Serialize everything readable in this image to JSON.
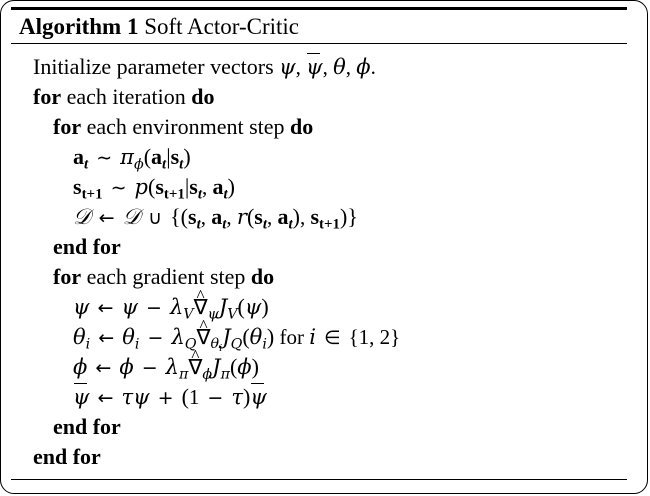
{
  "document": {
    "type": "algorithm-pseudocode-block",
    "title_keyword": "Algorithm 1",
    "title_name": "Soft Actor-Critic"
  },
  "lines": [
    {
      "id": "init",
      "indent": 0,
      "text_plain": "Initialize parameter vectors ψ, ψ̄, θ, ϕ.",
      "lead": "Initialize parameter vectors",
      "trail": "."
    },
    {
      "id": "for-iteration",
      "indent": 0,
      "text_plain": "for each iteration do",
      "kw_start": "for",
      "mid": "each iteration",
      "kw_end": "do"
    },
    {
      "id": "for-env-step",
      "indent": 1,
      "text_plain": "for each environment step do",
      "kw_start": "for",
      "mid": "each environment step",
      "kw_end": "do"
    },
    {
      "id": "sample-action",
      "indent": 2,
      "text_plain": "a_t ~ π_ϕ(a_t|s_t)"
    },
    {
      "id": "sample-next-state",
      "indent": 2,
      "text_plain": "s_{t+1} ~ p(s_{t+1}|s_t, a_t)"
    },
    {
      "id": "replay-buffer-update",
      "indent": 2,
      "text_plain": "D ← D ∪ {(s_t, a_t, r(s_t, a_t), s_{t+1})}"
    },
    {
      "id": "end-for-env",
      "indent": 1,
      "text_plain": "end for",
      "kw_start": "end for"
    },
    {
      "id": "for-gradient-step",
      "indent": 1,
      "text_plain": "for each gradient step do",
      "kw_start": "for",
      "mid": "each gradient step",
      "kw_end": "do"
    },
    {
      "id": "update-psi",
      "indent": 2,
      "text_plain": "ψ ← ψ − λ_V ∇̂_ψ J_V(ψ)"
    },
    {
      "id": "update-theta",
      "indent": 2,
      "text_plain": "θ_i ← θ_i − λ_Q ∇̂_{θ_i} J_Q(θ_i) for i ∈ {1, 2}",
      "for_word": "for",
      "set_values": "{1, 2}"
    },
    {
      "id": "update-phi",
      "indent": 2,
      "text_plain": "ϕ ← ϕ − λ_π ∇̂_ϕ J_π(ϕ)"
    },
    {
      "id": "update-target-psi",
      "indent": 2,
      "text_plain": "ψ̄ ← τψ + (1 − τ)ψ̄"
    },
    {
      "id": "end-for-gradient",
      "indent": 1,
      "text_plain": "end for",
      "kw_start": "end for"
    },
    {
      "id": "end-for-iteration",
      "indent": 0,
      "text_plain": "end for",
      "kw_start": "end for"
    }
  ],
  "symbols": {
    "psi": "ψ",
    "psi_bar": "ψ̄",
    "theta": "θ",
    "phi": "ϕ",
    "pi": "π",
    "tau": "τ",
    "lambda": "λ",
    "nabla_hat": "∇̂",
    "script_d": "ᴰ",
    "sim": "∼",
    "leftarrow": "←",
    "cup": "∪",
    "in": "∈",
    "minus": "−",
    "plus": "+",
    "mid": "|"
  },
  "colors": {
    "text": "#000000",
    "background": "#ffffff",
    "rule": "#000000"
  }
}
